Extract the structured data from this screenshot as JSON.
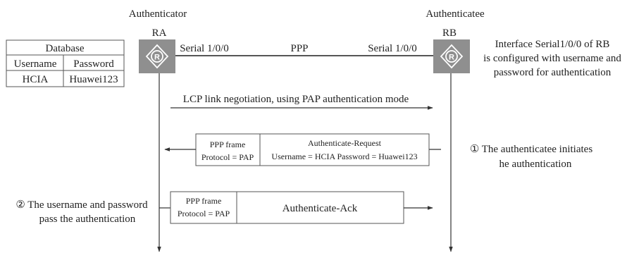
{
  "title_left": "Authenticator",
  "title_right": "Authenticatee",
  "router_left": {
    "name": "RA",
    "icon": "router-icon",
    "glyph": "R"
  },
  "router_right": {
    "name": "RB",
    "icon": "router-icon",
    "glyph": "R"
  },
  "link": {
    "protocol": "PPP",
    "left_interface": "Serial 1/0/0",
    "right_interface": "Serial 1/0/0"
  },
  "database": {
    "title": "Database",
    "columns": [
      "Username",
      "Password"
    ],
    "rows": [
      [
        "HCIA",
        "Huawei123"
      ]
    ]
  },
  "rb_note": [
    "Interface Serial1/0/0 of RB",
    "is configured with username and",
    "password for authentication"
  ],
  "messages": {
    "lcp": "LCP link negotiation, using PAP authentication mode",
    "request": {
      "frame_lines": [
        "PPP frame",
        "Protocol = PAP"
      ],
      "title": "Authenticate-Request",
      "detail": "Username = HCIA Password = Huawei123"
    },
    "ack": {
      "frame_lines": [
        "PPP frame",
        "Protocol = PAP"
      ],
      "title": "Authenticate-Ack"
    }
  },
  "step1": [
    "① The authenticatee initiates",
    "he authentication"
  ],
  "step2": [
    "② The username and password",
    "pass the authentication"
  ],
  "colors": {
    "router_fill": "#8f8f8f",
    "router_mark": "#ffffff",
    "line": "#333333",
    "link_line": "#555555",
    "box_border": "#555555",
    "text": "#222222"
  }
}
